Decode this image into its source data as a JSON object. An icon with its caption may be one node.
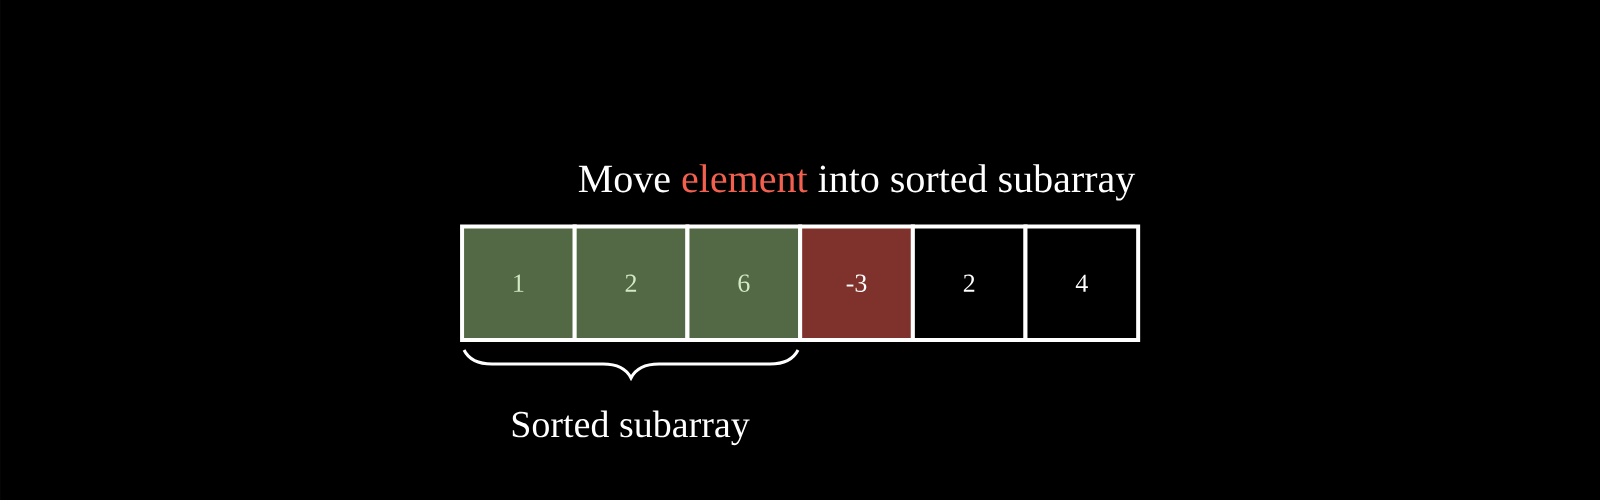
{
  "diagram": {
    "title": "Move element into sorted subarray",
    "nodes": [
      {
        "text": [
          "1"
        ]
      },
      {
        "text": [
          "2"
        ]
      },
      {
        "text": [
          "6"
        ]
      },
      {
        "text": [
          "-3"
        ]
      },
      {
        "text": [
          "2"
        ]
      },
      {
        "text": [
          "4"
        ]
      }
    ],
    "labels": [
      "Sorted subarray"
    ]
  }
}
